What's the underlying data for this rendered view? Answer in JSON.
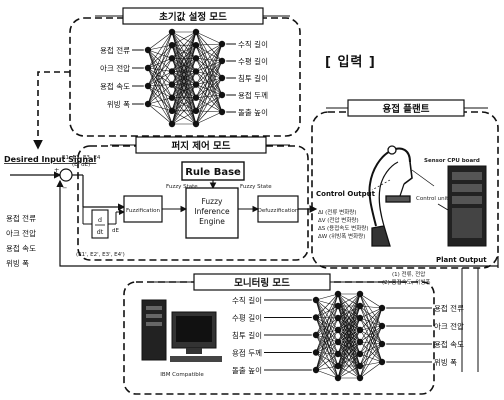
{
  "init_module": {
    "title": "초기값 설정 모드",
    "inputs": [
      "용접 전류",
      "아크 전압",
      "용접 속도",
      "위빙 폭"
    ],
    "outputs": [
      "수직 길이",
      "수평 길이",
      "침투 길이",
      "용접 두께",
      "돌출 높이"
    ]
  },
  "input_tag": "[ 입력 ]",
  "desired_signal": "Desired Input Signal",
  "left_inputs": [
    "용접 전류",
    "아크 전압",
    "용접 속도",
    "위빙 폭"
  ],
  "fuzzy_module": {
    "title": "퍼지 제어 모드",
    "rule_base": "Rule Base",
    "fuzzification": "Fuzzification",
    "engine": [
      "Fuzzy",
      "Inference",
      "Engine"
    ],
    "defuzzification": "Defuzzification",
    "fuzzy_state_left": "Fuzzy State",
    "fuzzy_state_right": "Fuzzy State",
    "error_vector_top": "E1, E2, E3, E4",
    "error_vector_sub": "(E, dE)",
    "delta_label": "dE",
    "delta_sub": "(E1', E2', E3', E4')"
  },
  "plant": {
    "title": "용접 플랜트",
    "control_output": "Control Output",
    "outputs": [
      "ΔI (전류 변화량)",
      "ΔV (전압 변화량)",
      "ΔS (용접속도 변화량)",
      "ΔW (위빙폭 변화량)"
    ],
    "sensor_board": "Sensor CPU board",
    "control_unit": "Control unit",
    "plant_output": "Plant Output"
  },
  "feedback_note": [
    "(1) 전류, 전압",
    "(2) 용접속도, 위빙폭"
  ],
  "monitor_module": {
    "title": "모니터링 모드",
    "outputs": [
      "수직 길이",
      "수평 길이",
      "침투 길이",
      "용접 두께",
      "돌출 높이"
    ],
    "inputs": [
      "용접 전류",
      "아크 전압",
      "용접 속도",
      "위빙 폭"
    ],
    "computer_label": "IBM Compatible"
  }
}
